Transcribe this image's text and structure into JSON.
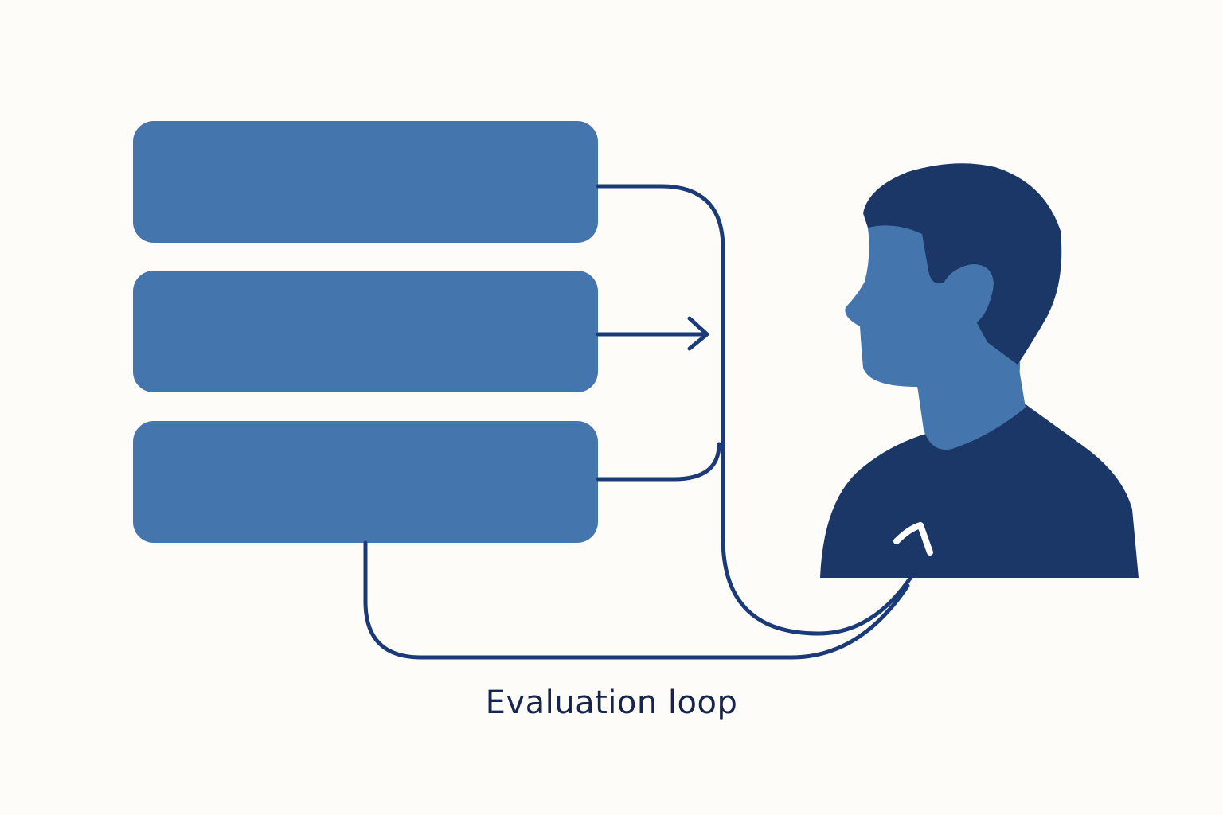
{
  "caption": "Evaluation loop",
  "colors": {
    "background": "#fdfcf8",
    "panel_blue": "#4476ad",
    "dark_navy": "#1b3768",
    "line_navy": "#1b3a78",
    "text_navy": "#17244d",
    "arrow_white": "#ffffff"
  },
  "elements": {
    "panels": [
      "panel-top",
      "panel-middle",
      "panel-bottom"
    ],
    "person": "person-silhouette-icon",
    "connectors": [
      "connector-top",
      "connector-middle-arrow",
      "connector-bottom",
      "connector-loop"
    ]
  }
}
